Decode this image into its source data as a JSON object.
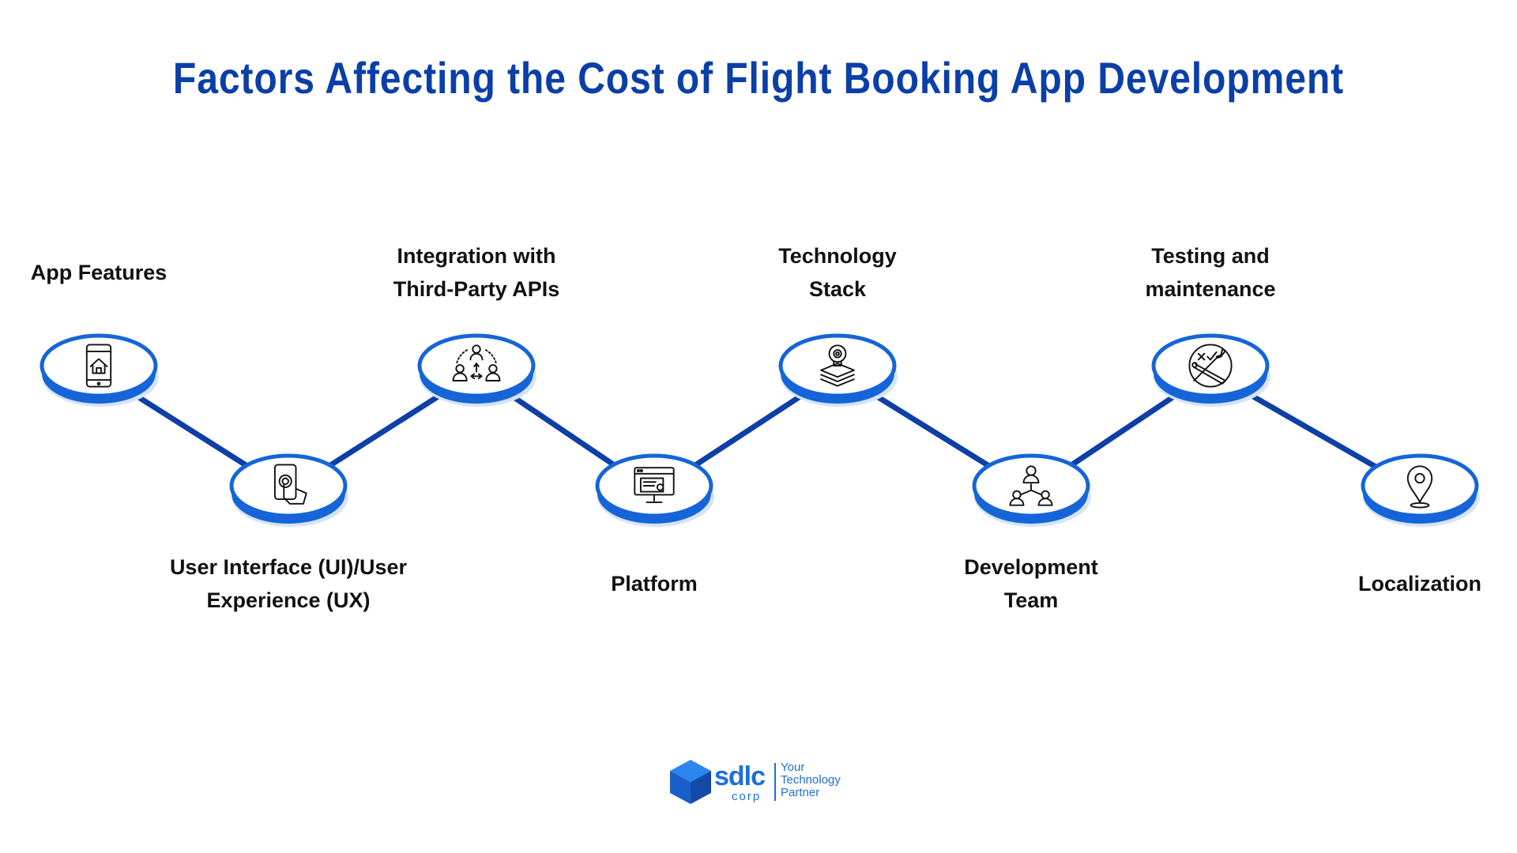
{
  "title": "Factors Affecting the Cost of Flight Booking App Development",
  "colors": {
    "title": "#0b3fa8",
    "connector": "#0d3fa6",
    "disc_side": "#1565d8",
    "disc_top": "#ffffff",
    "brand": "#1d6fd8"
  },
  "steps": [
    {
      "lines": [
        "App Features"
      ],
      "icon": "smartphone-home-icon"
    },
    {
      "lines": [
        "User Interface (UI)/User",
        "Experience (UX)"
      ],
      "icon": "touchscreen-tap-icon"
    },
    {
      "lines": [
        "Integration with",
        "Third-Party APIs"
      ],
      "icon": "people-network-icon"
    },
    {
      "lines": [
        "Platform"
      ],
      "icon": "monitor-code-icon"
    },
    {
      "lines": [
        "Technology",
        "Stack"
      ],
      "icon": "layers-gear-icon"
    },
    {
      "lines": [
        "Development",
        "Team"
      ],
      "icon": "team-hierarchy-icon"
    },
    {
      "lines": [
        "Testing and",
        "maintenance"
      ],
      "icon": "tools-check-icon"
    },
    {
      "lines": [
        "Localization"
      ],
      "icon": "location-pin-icon"
    }
  ],
  "logo": {
    "brand": "sdlc",
    "sub": "corp",
    "tagline": [
      "Your",
      "Technology",
      "Partner"
    ],
    "icon": "cube-logo-icon"
  }
}
